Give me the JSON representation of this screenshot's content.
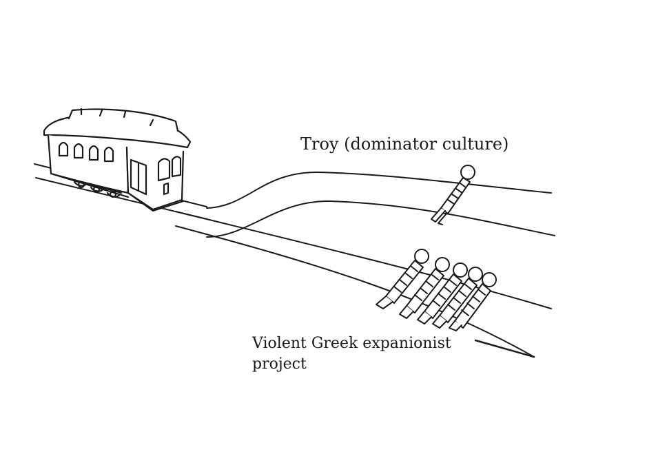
{
  "labels": {
    "upper_track": "Troy (dominator culture)",
    "lower_track_line1": "Violent Greek expanionist",
    "lower_track_line2": "project"
  },
  "colors": {
    "ink": "#1a1a1a",
    "background": "#ffffff"
  },
  "figures": {
    "upper_track_people": 1,
    "lower_track_people": 5
  }
}
